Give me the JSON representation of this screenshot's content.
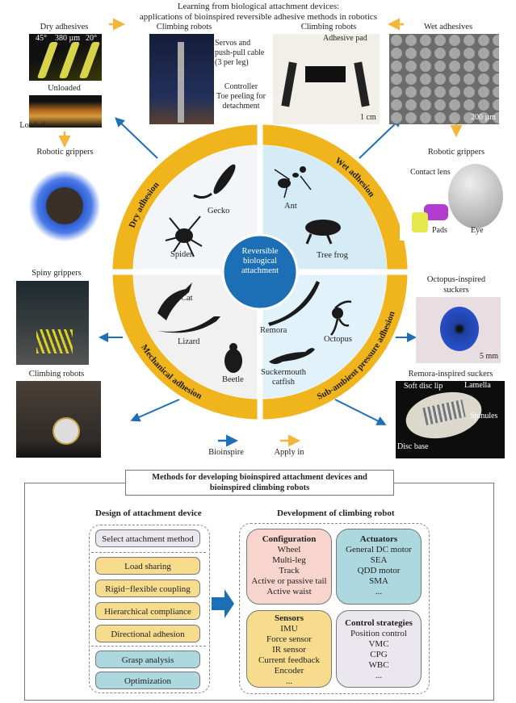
{
  "title": {
    "line1": "Learning  from biological attachment devices:",
    "line2": "applications of bioinspired reversible adhesive methods in robotics"
  },
  "panels": {
    "dry_adhesives": {
      "label": "Dry adhesives",
      "angle1": "45°",
      "size": "380 µm",
      "angle2": "20°",
      "unloaded": "Unloaded",
      "loaded": "Loaded"
    },
    "robotic_grippers_left": {
      "label": "Robotic grippers"
    },
    "climbing_robots_gecko": {
      "label": "Climbing robots",
      "ann1": "Servos and",
      "ann2": "push-pull cable",
      "ann3": "(3 per leg)",
      "ann4": "Controller",
      "ann5": "Toe peeling for",
      "ann6": "detachment"
    },
    "climbing_robots_wet": {
      "label": "Climbing robots",
      "pad": "Adhesive pad",
      "scale": "1 cm"
    },
    "wet_adhesives": {
      "label": "Wet adhesives",
      "scale": "200 µm"
    },
    "robotic_grippers_right": {
      "label": "Robotic grippers",
      "lens": "Contact lens",
      "pads": "Pads",
      "eye": "Eye"
    },
    "spiny_grippers": {
      "label": "Spiny grippers"
    },
    "climbing_robots_mech": {
      "label": "Climbing robots"
    },
    "octopus_suckers": {
      "label1": "Octopus-inspired",
      "label2": "suckers",
      "scale": "5 mm"
    },
    "remora_suckers": {
      "label": "Remora-inspired suckers",
      "lip": "Soft disc lip",
      "lamella": "Lamella",
      "spinules": "Spinules",
      "base": "Disc base"
    }
  },
  "wheel": {
    "center1": "Reversible",
    "center2": "biological",
    "center3": "attachment",
    "quadrants": {
      "dry": "Dry adhesion",
      "wet": "Wet adhesion",
      "mech": "Mechanical adhesion",
      "sub": "Sub-ambient pressure adhesion"
    },
    "animals": {
      "gecko": "Gecko",
      "spider": "Spider",
      "ant": "Ant",
      "frog": "Tree frog",
      "cat": "Cat",
      "lizard": "Lizard",
      "beetle": "Beetle",
      "remora": "Remora",
      "octopus": "Octopus",
      "catfish1": "Suckermouth",
      "catfish2": "catfish"
    }
  },
  "legend": {
    "bioinspire": "Bioinspire",
    "apply": "Apply in",
    "colors": {
      "bioinspire": "#1f6fb8",
      "apply": "#f3b53a"
    }
  },
  "methods": {
    "title1": "Methods for developing bioinspired attachment devices and",
    "title2": "bioinspired climbing robots",
    "left_header": "Design of attachment device",
    "right_header": "Development of climbing robot",
    "steps": [
      "Select attachment method",
      "Load sharing",
      "Rigid−flexible coupling",
      "Hierarchical compliance",
      "Directional adhesion",
      "Grasp analysis",
      "Optimization"
    ],
    "config": {
      "title": "Configuration",
      "items": [
        "Wheel",
        "Multi-leg",
        "Track",
        "Active or passive tail",
        "Active waist"
      ]
    },
    "actuators": {
      "title": "Actuators",
      "items": [
        "General DC motor",
        "SEA",
        "QDD motor",
        "SMA",
        "..."
      ]
    },
    "sensors": {
      "title": "Sensors",
      "items": [
        "IMU",
        "Force sensor",
        "IR sensor",
        "Current feedback",
        "Encoder",
        "..."
      ]
    },
    "control": {
      "title": "Control strategies",
      "items": [
        "Position control",
        "VMC",
        "CPG",
        "WBC",
        "..."
      ]
    }
  }
}
